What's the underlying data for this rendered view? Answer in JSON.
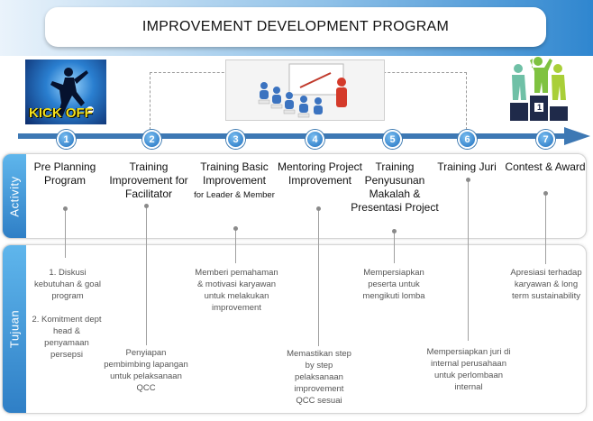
{
  "title": "IMPROVEMENT DEVELOPMENT PROGRAM",
  "images": {
    "kickoff_text": "KICK OFF",
    "podium_number": "1"
  },
  "sections": {
    "activity": "Activity",
    "tujuan": "Tujuan"
  },
  "steps": [
    {
      "number": "1",
      "activity": "Pre Planning Program",
      "activity_sub": "",
      "tujuan_1": "1. Diskusi kebutuhan & goal program",
      "tujuan_2": "2. Komitment dept head & penyamaan persepsi"
    },
    {
      "number": "2",
      "activity": "Training Improvement for Facilitator",
      "activity_sub": "",
      "tujuan_1": "Penyiapan pembimbing lapangan untuk pelaksanaan QCC",
      "tujuan_2": ""
    },
    {
      "number": "3",
      "activity": "Training Basic Improvement",
      "activity_sub": "for Leader & Member",
      "tujuan_1": "Memberi pemahaman & motivasi karyawan untuk melakukan improvement",
      "tujuan_2": ""
    },
    {
      "number": "4",
      "activity": "Mentoring Project Improvement",
      "activity_sub": "",
      "tujuan_1": "Memastikan step by step pelaksanaan improvement QCC sesuai",
      "tujuan_2": ""
    },
    {
      "number": "5",
      "activity": "Training Penyusunan Makalah & Presentasi Project",
      "activity_sub": "",
      "tujuan_1": "Mempersiapkan peserta untuk mengikuti lomba",
      "tujuan_2": ""
    },
    {
      "number": "6",
      "activity": "Training Juri",
      "activity_sub": "",
      "tujuan_1": "Mempersiapkan juri di internal perusahaan untuk perlombaan internal",
      "tujuan_2": ""
    },
    {
      "number": "7",
      "activity": "Contest & Award",
      "activity_sub": "",
      "tujuan_1": "Apresiasi terhadap karyawan & long term sustainability",
      "tujuan_2": ""
    }
  ],
  "colors": {
    "accent": "#2f86cf",
    "arrow": "#3d78b4",
    "side_panel": "#4aa3e0",
    "podium_green": "#7fc241"
  }
}
